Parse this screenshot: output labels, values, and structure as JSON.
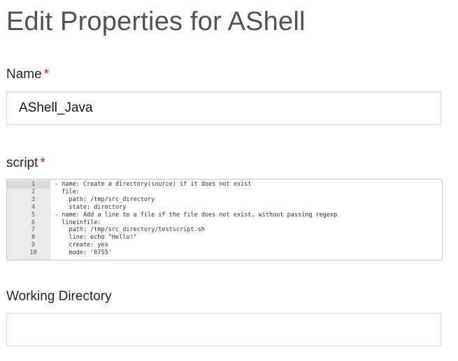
{
  "title": "Edit Properties for AShell",
  "fields": {
    "name": {
      "label": "Name",
      "required": "*",
      "value": "AShell_Java"
    },
    "script": {
      "label": "script",
      "required": "*",
      "lines": [
        "- name: Create a directory(source) if it does not exist",
        "  file:",
        "    path: /tmp/src_directory",
        "    state: directory",
        "- name: Add a line to a file if the file does not exist, without passing regexp",
        "  lineinfile:",
        "    path: /tmp/src_directory/testscript.sh",
        "    line: echo \"Hello!\"",
        "    create: yes",
        "    mode: '0755'"
      ],
      "line_numbers": [
        "1",
        "2",
        "3",
        "4",
        "5",
        "6",
        "7",
        "8",
        "9",
        "10"
      ]
    },
    "working_directory": {
      "label": "Working Directory",
      "value": ""
    }
  }
}
